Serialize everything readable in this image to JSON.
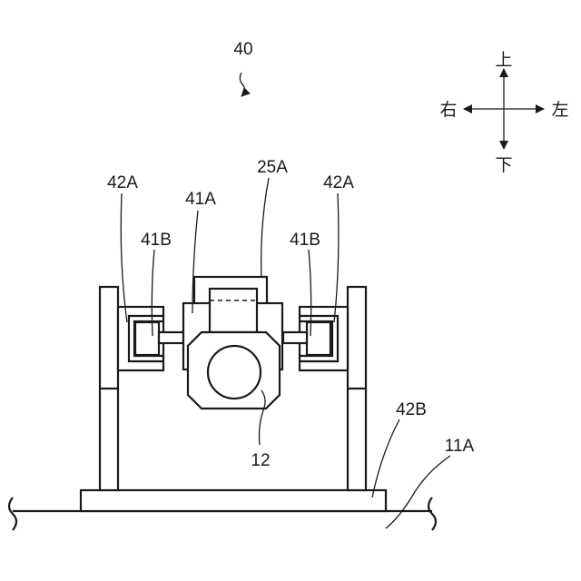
{
  "figure": {
    "device_label": "40",
    "labels": {
      "bracket_left": "42A",
      "bracket_right": "42A",
      "motor_bracket": "41A",
      "top_block": "25A",
      "bearing_left": "41B",
      "bearing_right": "41B",
      "base_plate": "42B",
      "floor": "11A",
      "motor": "12"
    },
    "directions": {
      "up": "上",
      "down": "下",
      "right": "右",
      "left": "左"
    }
  }
}
